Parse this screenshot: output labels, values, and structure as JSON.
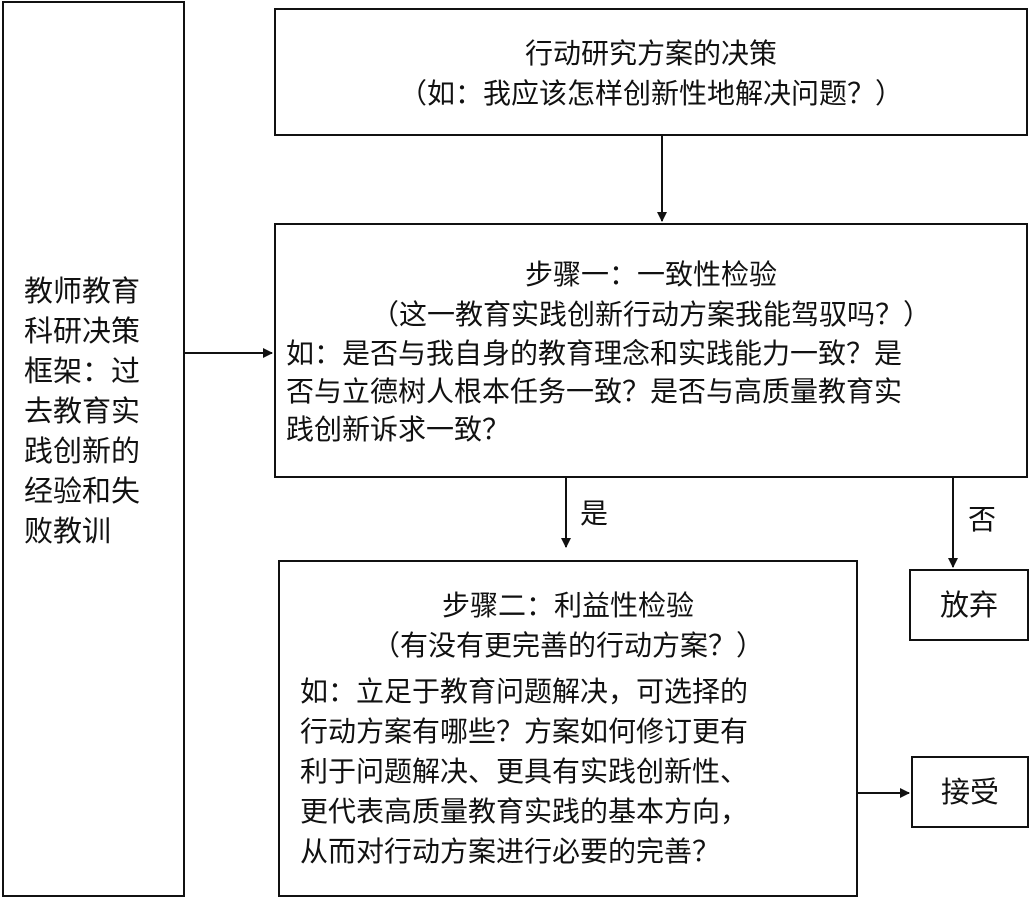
{
  "framework": {
    "lines": [
      "教师教育",
      "科研决策",
      "框架：过",
      "去教育实",
      "践创新的",
      "经验和失",
      "败教训"
    ]
  },
  "decision": {
    "lines": [
      "行动研究方案的决策",
      "（如：我应该怎样创新性地解决问题？）"
    ]
  },
  "step1": {
    "title": "步骤一：一致性检验",
    "subtitle": "（这一教育实践创新行动方案我能驾驭吗？）",
    "body": [
      "如：是否与我自身的教育理念和实践能力一致？是",
      "否与立德树人根本任务一致？是否与高质量教育实",
      "践创新诉求一致？"
    ]
  },
  "step2": {
    "title": "步骤二：利益性检验",
    "subtitle": "（有没有更完善的行动方案？）",
    "body": [
      "如：立足于教育问题解决，可选择的",
      "行动方案有哪些？方案如何修订更有",
      "利于问题解决、更具有实践创新性、",
      "更代表高质量教育实践的基本方向，",
      "从而对行动方案进行必要的完善？"
    ]
  },
  "edges": {
    "yes_label": "是",
    "no_label": "否"
  },
  "outcomes": {
    "reject": "放弃",
    "accept": "接受"
  }
}
